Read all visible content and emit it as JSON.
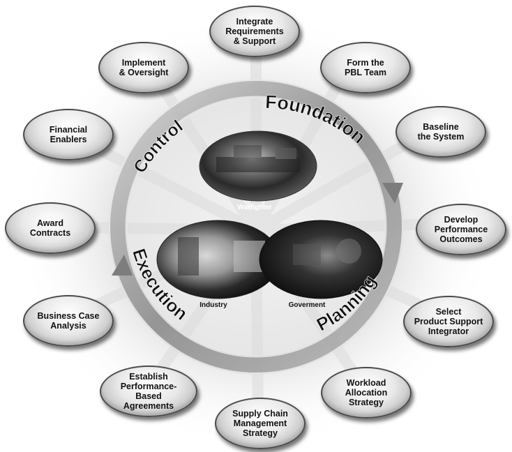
{
  "title": "",
  "center": {
    "labels": {
      "warfighter": "Warfighter",
      "industry": "Industry",
      "government": "Goverment"
    }
  },
  "ring": {
    "foundation": "Foundation",
    "planning": "Planning",
    "execution": "Execution",
    "control": "Control"
  },
  "steps": [
    {
      "id": "integrate",
      "label": "Integrate\nRequirements\n& Support"
    },
    {
      "id": "form-team",
      "label": "Form the\nPBL Team"
    },
    {
      "id": "baseline",
      "label": "Baseline\nthe System"
    },
    {
      "id": "develop",
      "label": "Develop\nPerformance\nOutcomes"
    },
    {
      "id": "select-psi",
      "label": "Select\nProduct Support\nIntegrator"
    },
    {
      "id": "workload",
      "label": "Workload\nAllocation\nStrategy"
    },
    {
      "id": "supply-chain",
      "label": "Supply Chain\nManagement\nStrategy"
    },
    {
      "id": "establish-pba",
      "label": "Establish\nPerformance-Based\nAgreements"
    },
    {
      "id": "bca",
      "label": "Business Case\nAnalysis"
    },
    {
      "id": "award",
      "label": "Award\nContracts"
    },
    {
      "id": "financial",
      "label": "Financial\nEnablers"
    },
    {
      "id": "implement",
      "label": "Implement\n& Oversight"
    }
  ],
  "colors": {
    "arc_fill": "#9a9a9a",
    "arc_highlight": "#d8d8d8",
    "photo_dark": "#1a1a1a",
    "oval_border": "#4a4a4a"
  }
}
